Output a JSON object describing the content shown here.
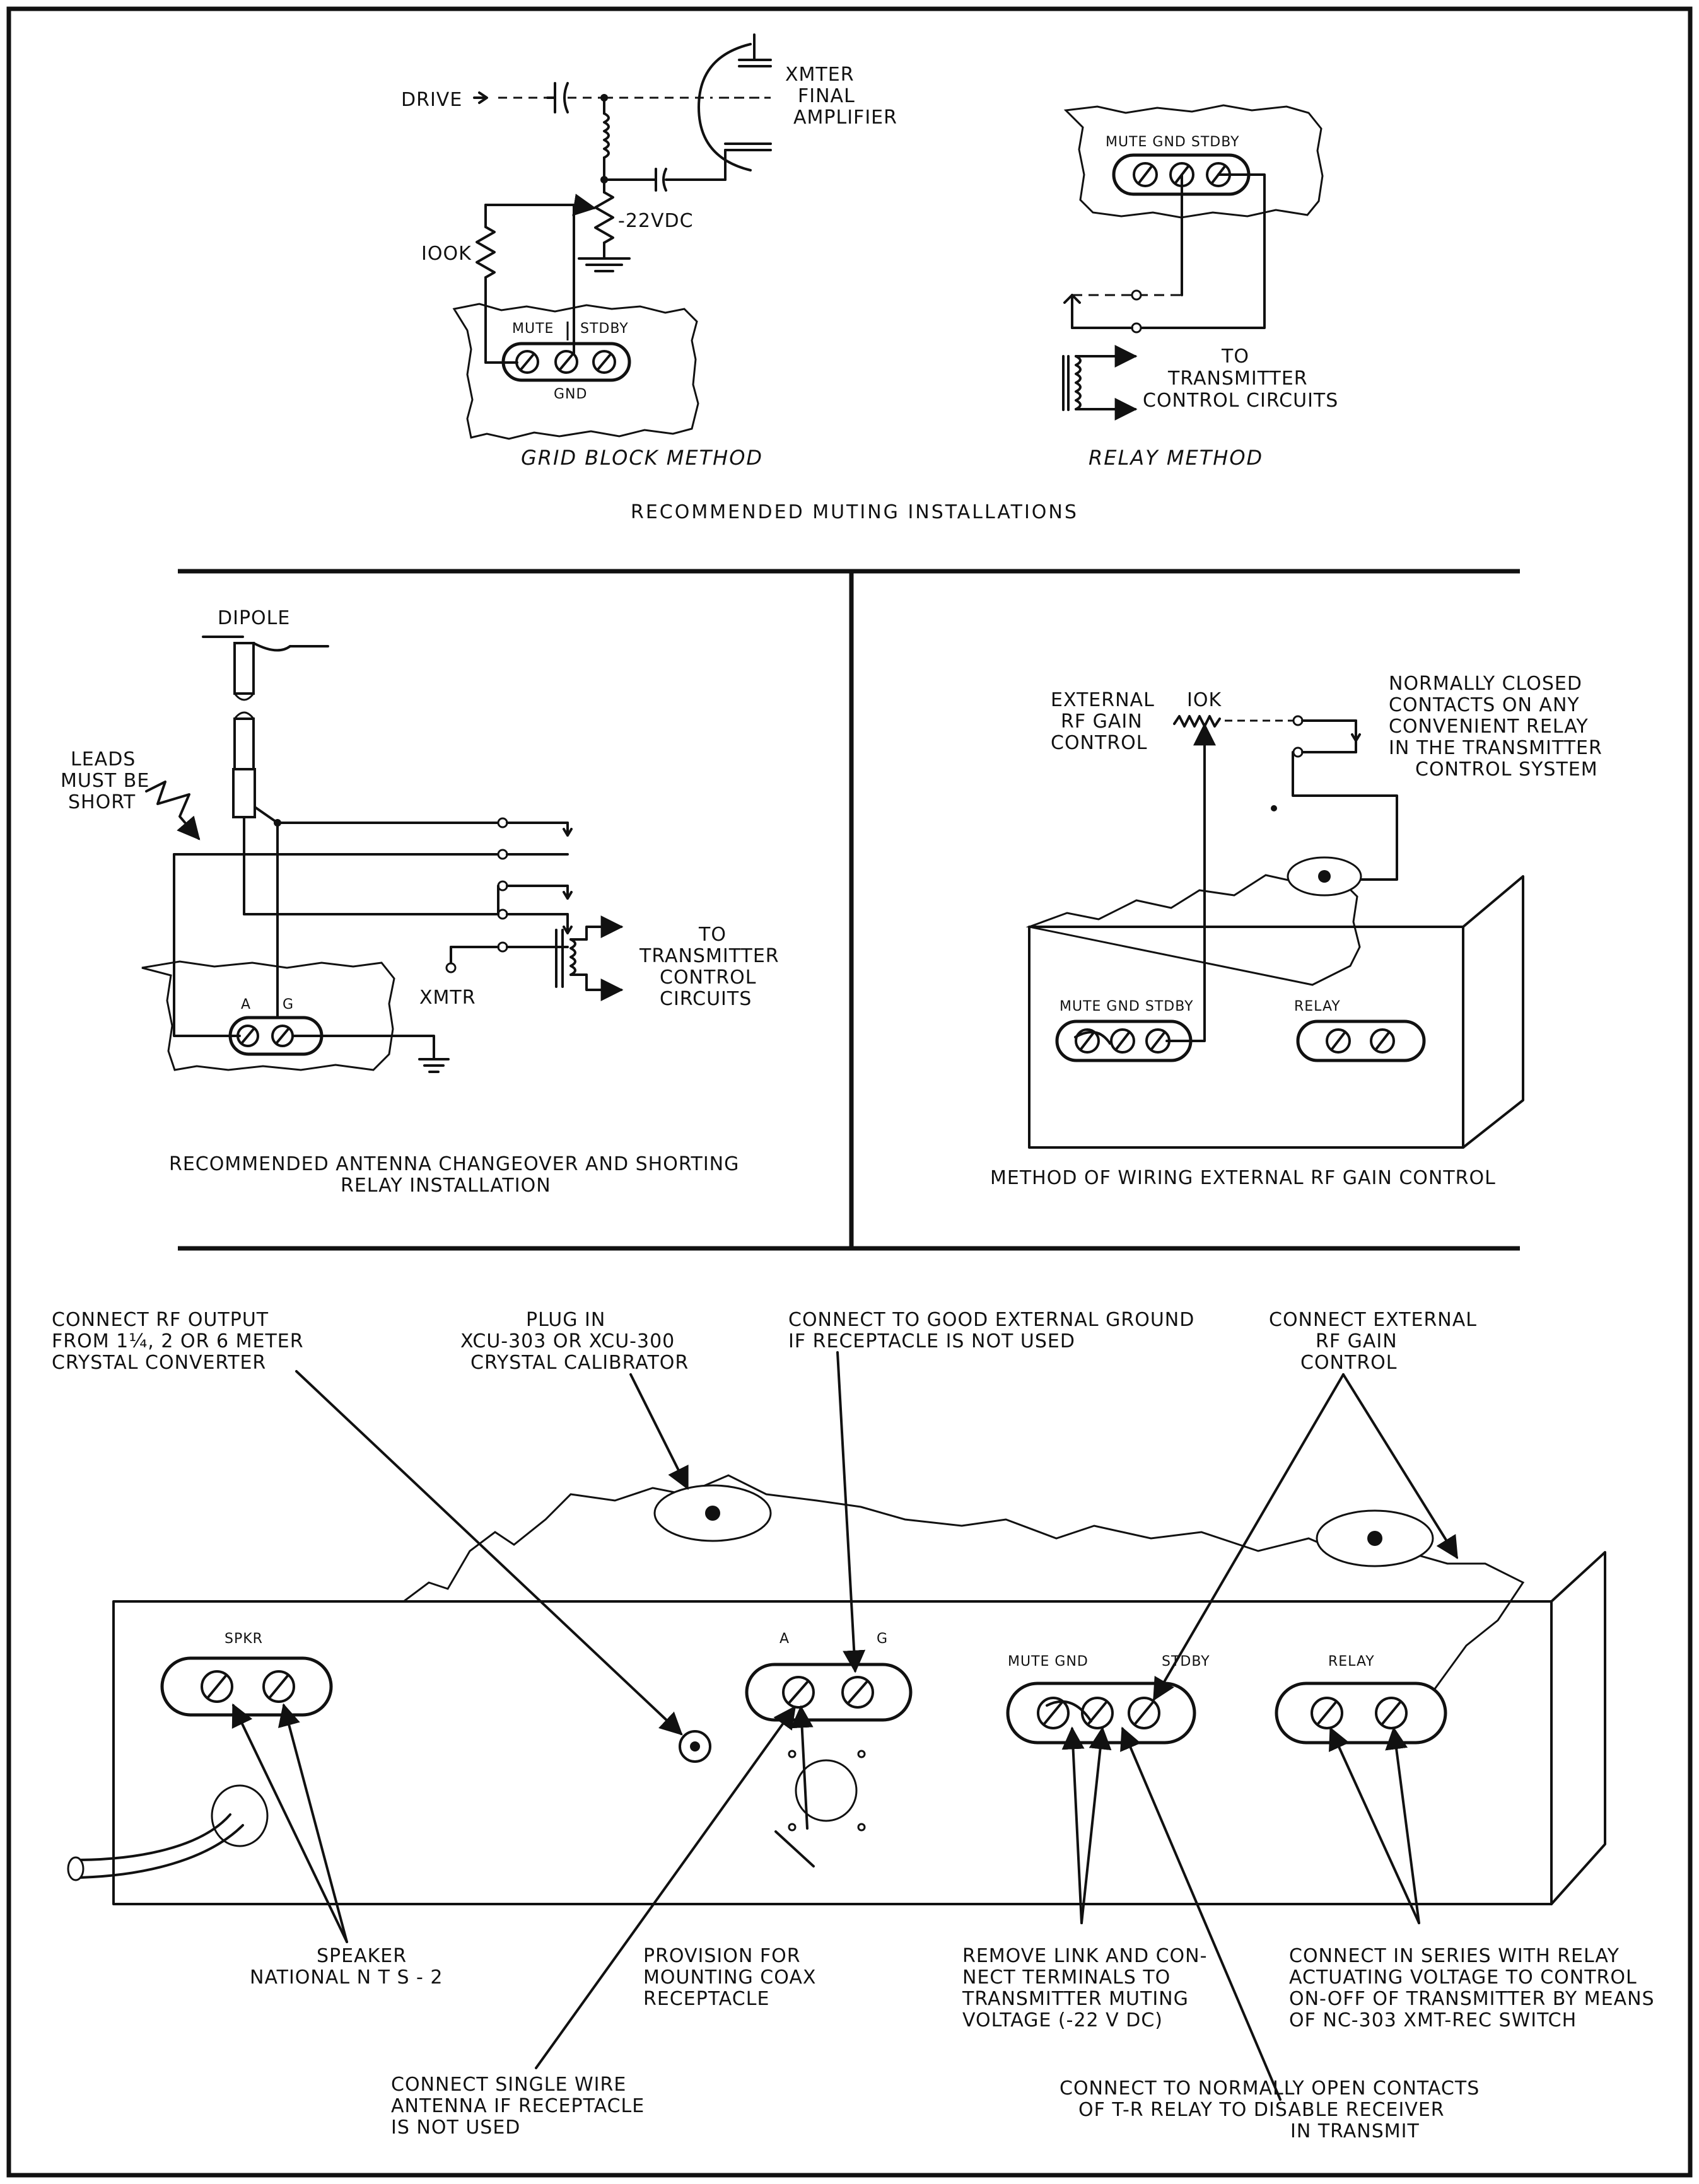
{
  "grid_block": {
    "drive": "DRIVE",
    "xmter": [
      "XMTER",
      "FINAL",
      "AMPLIFIER"
    ],
    "resistor": "IOOK",
    "voltage": "-22VDC",
    "mute": "MUTE",
    "stdby": "STDBY",
    "gnd": "GND",
    "caption": "GRID BLOCK METHOD"
  },
  "relay_method": {
    "terminals": "MUTE GND STDBY",
    "to": [
      "TO",
      "TRANSMITTER",
      "CONTROL CIRCUITS"
    ],
    "caption": "RELAY METHOD"
  },
  "section_titles": {
    "muting": "RECOMMENDED MUTING INSTALLATIONS",
    "antenna": [
      "RECOMMENDED ANTENNA CHANGEOVER AND SHORTING",
      "RELAY INSTALLATION"
    ],
    "rf_gain": "METHOD OF WIRING EXTERNAL RF GAIN CONTROL"
  },
  "antenna": {
    "dipole": "DIPOLE",
    "leads": [
      "LEADS",
      "MUST BE",
      "SHORT"
    ],
    "xmtr": "XMTR",
    "to": [
      "TO",
      "TRANSMITTER",
      "CONTROL",
      "CIRCUITS"
    ],
    "a": "A",
    "g": "G"
  },
  "rf_gain": {
    "ext": [
      "EXTERNAL",
      "RF GAIN",
      "CONTROL"
    ],
    "resistor": "IOK",
    "contacts": [
      "NORMALLY CLOSED",
      "CONTACTS ON ANY",
      "CONVENIENT RELAY",
      "IN THE TRANSMITTER",
      "CONTROL SYSTEM"
    ],
    "terminals": "MUTE GND STDBY",
    "relay": "RELAY"
  },
  "rear": {
    "rf_output": [
      "CONNECT RF OUTPUT",
      "FROM 1¼, 2 OR 6 METER",
      "CRYSTAL CONVERTER"
    ],
    "plug_in": [
      "PLUG IN",
      "XCU-303 OR XCU-300",
      "CRYSTAL CALIBRATOR"
    ],
    "ground": [
      "CONNECT TO GOOD EXTERNAL GROUND",
      "IF RECEPTACLE IS NOT USED"
    ],
    "ext_rf": [
      "CONNECT EXTERNAL",
      "RF GAIN",
      "CONTROL"
    ],
    "spkr": "SPKR",
    "a": "A",
    "g": "G",
    "mute_gnd": "MUTE GND",
    "stdby": "STDBY",
    "relay": "RELAY",
    "speaker": [
      "SPEAKER",
      "NATIONAL N T S - 2"
    ],
    "provision": [
      "PROVISION FOR",
      "MOUNTING COAX",
      "RECEPTACLE"
    ],
    "remove_link": [
      "REMOVE LINK AND CON-",
      "NECT TERMINALS TO",
      "TRANSMITTER MUTING",
      "VOLTAGE (-22 V DC)"
    ],
    "series": [
      "CONNECT IN SERIES WITH RELAY",
      "ACTUATING VOLTAGE TO CONTROL",
      "ON-OFF OF TRANSMITTER BY MEANS",
      "OF NC-303 XMT-REC SWITCH"
    ],
    "single_wire": [
      "CONNECT SINGLE WIRE",
      "ANTENNA IF RECEPTACLE",
      "IS NOT USED"
    ],
    "normally_open": [
      "CONNECT TO NORMALLY OPEN CONTACTS",
      "OF T-R RELAY TO DISABLE RECEIVER",
      "IN TRANSMIT"
    ]
  }
}
